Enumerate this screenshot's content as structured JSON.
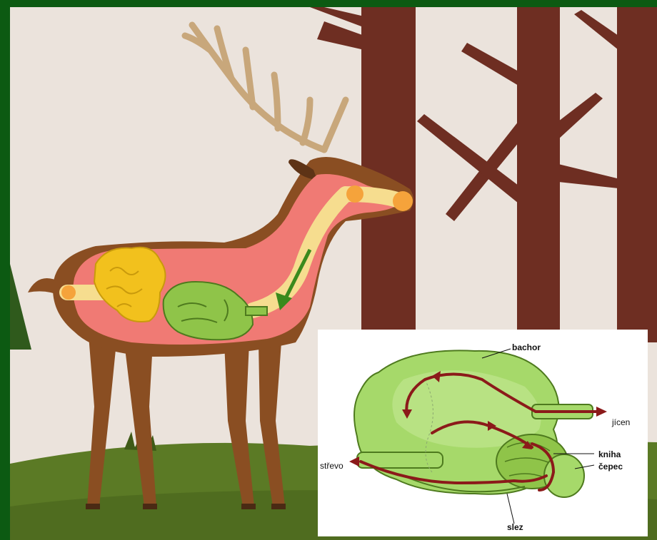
{
  "diagram": {
    "labels": {
      "bachor": "bachor",
      "jicen": "jícen",
      "kniha": "kniha",
      "cepec": "čepec",
      "strevo": "střevo",
      "slez": "slez"
    },
    "colors": {
      "frame": "#0c5a12",
      "background": "#ebe3dc",
      "tree": "#6e2e22",
      "grass": "#5b7a25",
      "deer_body": "#8a4e22",
      "digestive_tract": "#f07a74",
      "rumen_yellow": "#f2c11d",
      "stomach_green": "#8fc449",
      "flow_arrow": "#8b1a1a"
    }
  }
}
